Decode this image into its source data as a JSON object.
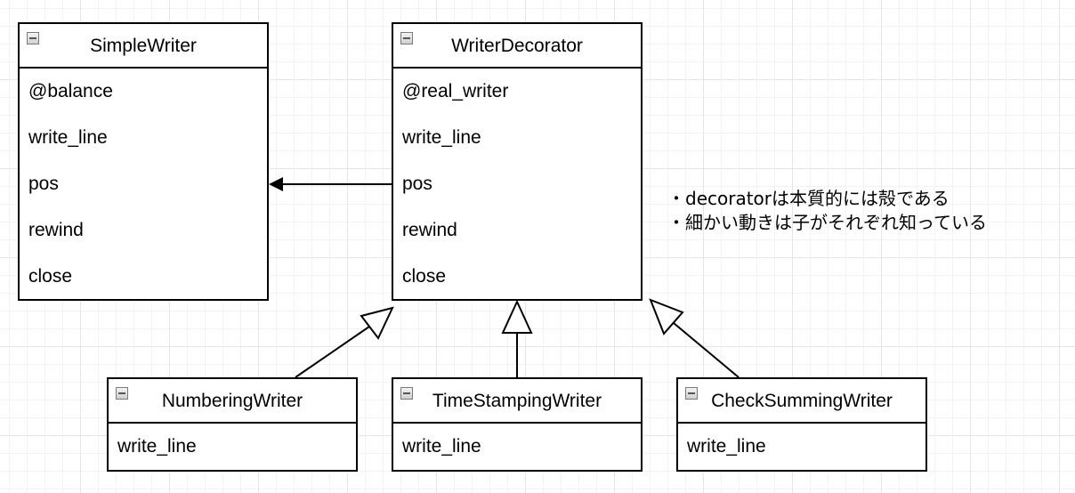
{
  "classes": {
    "simple_writer": {
      "title": "SimpleWriter",
      "members": [
        "@balance",
        "write_line",
        "pos",
        "rewind",
        "close"
      ]
    },
    "writer_decorator": {
      "title": "WriterDecorator",
      "members": [
        "@real_writer",
        "write_line",
        "pos",
        "rewind",
        "close"
      ]
    },
    "numbering_writer": {
      "title": "NumberingWriter",
      "members": [
        "write_line"
      ]
    },
    "time_stamping_writer": {
      "title": "TimeStampingWriter",
      "members": [
        "write_line"
      ]
    },
    "check_summing_writer": {
      "title": "CheckSummingWriter",
      "members": [
        "write_line"
      ]
    }
  },
  "note": {
    "lines": [
      "・decoratorは本質的には殻である",
      "・細かい動きは子がそれぞれ知っている"
    ]
  },
  "colors": {
    "line": "#000000",
    "grid": "#e6e6e6",
    "background": "#ffffff"
  },
  "icons": {
    "class_toggle": "collapse-minus-icon"
  }
}
